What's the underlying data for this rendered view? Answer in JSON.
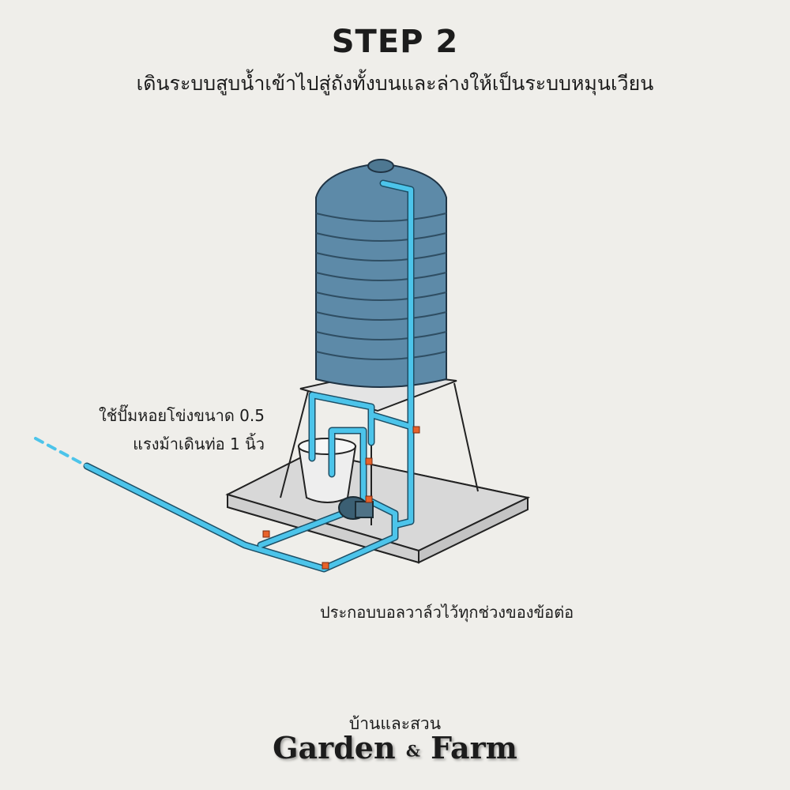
{
  "header": {
    "title": "STEP 2",
    "subtitle": "เดินระบบสูบน้ำเข้าไปสู่ถังทั้งบนและล่างให้เป็นระบบหมุนเวียน"
  },
  "annotations": {
    "pump_line1": "ใช้ปั๊มหอยโข่งขนาด 0.5",
    "pump_line2": "แรงม้าเดินท่อ 1 นิ้ว",
    "valves": "ประกอบบอลวาล์วไว้ทุกช่วงของข้อต่อ"
  },
  "brand": {
    "thai": "บ้านและสวน",
    "word1": "Garden",
    "amp": "&",
    "word2": "Farm"
  },
  "colors": {
    "background": "#efeeea",
    "tank": "#5d8aa8",
    "pipe": "#4cc4ea",
    "valve": "#e8622a",
    "slab": "#d6d6d6"
  }
}
